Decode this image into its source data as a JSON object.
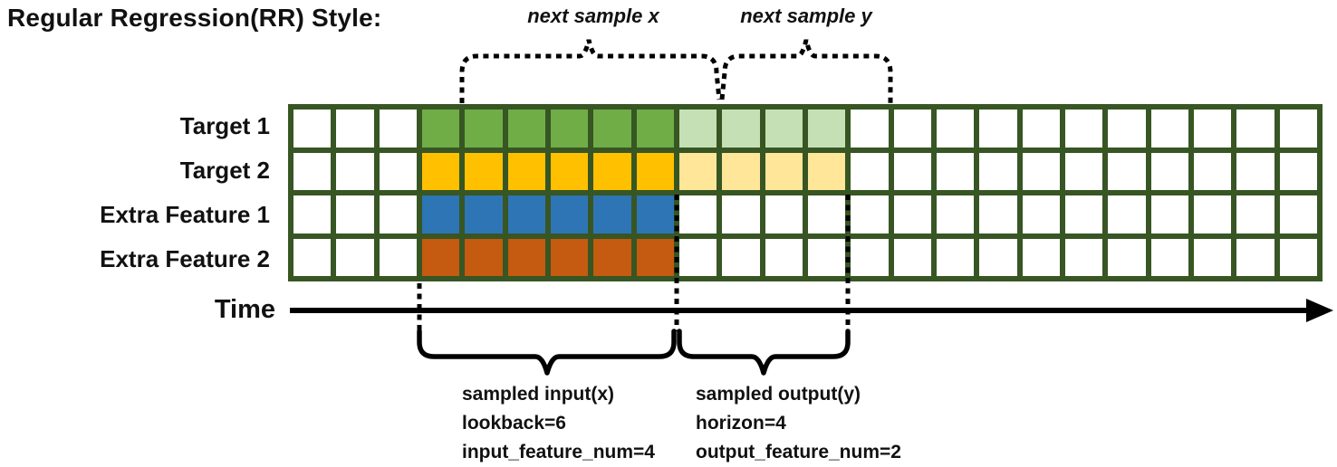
{
  "title": "Regular Regression(RR) Style:",
  "top_annotations": {
    "next_sample_x": "next sample x",
    "next_sample_y": "next sample y"
  },
  "time_axis": {
    "label": "Time"
  },
  "grid": {
    "border_color": "#375623",
    "empty_cell_color": "#ffffff",
    "total_columns": 24,
    "empty_prefix_columns": 3,
    "lookback": 6,
    "horizon": 4,
    "rows": [
      {
        "label": "Target 1",
        "input_color": "#70AD47",
        "output_color": "#C5E0B4",
        "has_output": true
      },
      {
        "label": "Target 2",
        "input_color": "#FFC000",
        "output_color": "#FFE699",
        "has_output": true
      },
      {
        "label": "Extra Feature 1",
        "input_color": "#2E75B6",
        "output_color": null,
        "has_output": false
      },
      {
        "label": "Extra Feature 2",
        "input_color": "#C55A11",
        "output_color": null,
        "has_output": false
      }
    ]
  },
  "bottom_annotations": {
    "input": {
      "title": "sampled input(x)",
      "param1": "lookback=6",
      "param2": "input_feature_num=4"
    },
    "output": {
      "title": "sampled output(y)",
      "param1": "horizon=4",
      "param2": "output_feature_num=2"
    }
  }
}
